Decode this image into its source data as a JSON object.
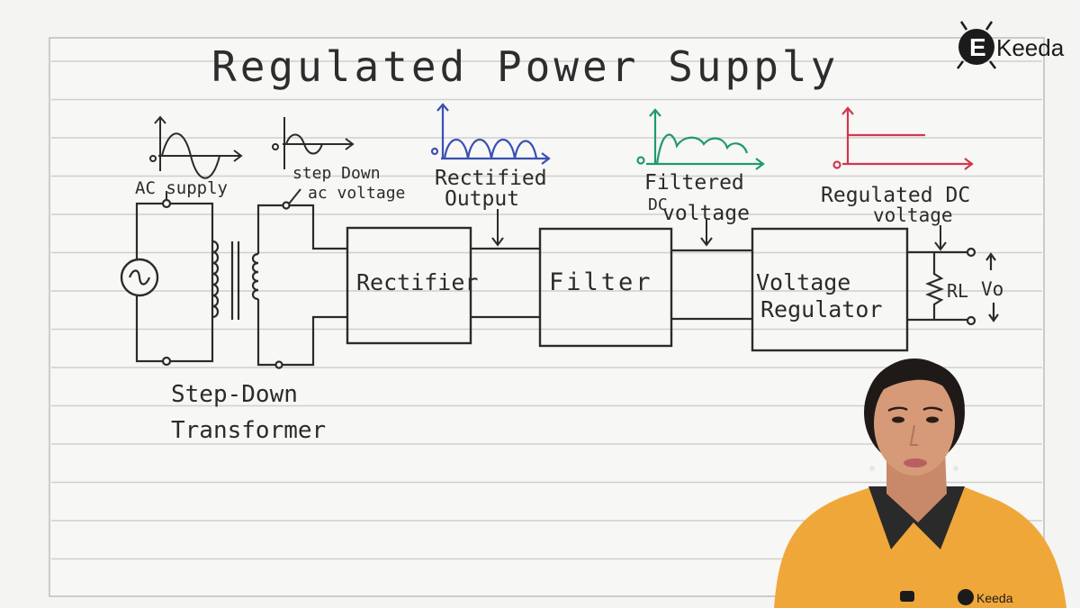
{
  "title": "Regulated Power Supply",
  "brand": {
    "name": "Keeda",
    "letter": "E"
  },
  "labels": {
    "ac_supply": "AC supply",
    "step_down_ac_line1": "step Down",
    "step_down_ac_line2": "ac voltage",
    "rectified_line1": "Rectified",
    "rectified_line2": "Output",
    "filtered_line1": "Filtered",
    "filtered_line2": "DC",
    "filtered_line3": "voltage",
    "regulated_line1": "Regulated DC",
    "regulated_line2": "voltage",
    "transformer_line1": "Step-Down",
    "transformer_line2": "Transformer",
    "load": "RL",
    "output": "Vo"
  },
  "blocks": {
    "rectifier": "Rectifier",
    "filter": "Filter",
    "regulator_line1": "Voltage",
    "regulator_line2": "Regulator"
  },
  "shirt_logo": "Keeda",
  "colors": {
    "ink": "#2b2b2b",
    "rectified": "#3a4fb3",
    "filtered": "#1f9a6c",
    "regulated": "#d0384e",
    "paper": "#f6f6f4",
    "line": "#c9c9c9",
    "shirt": "#f0a73a"
  }
}
